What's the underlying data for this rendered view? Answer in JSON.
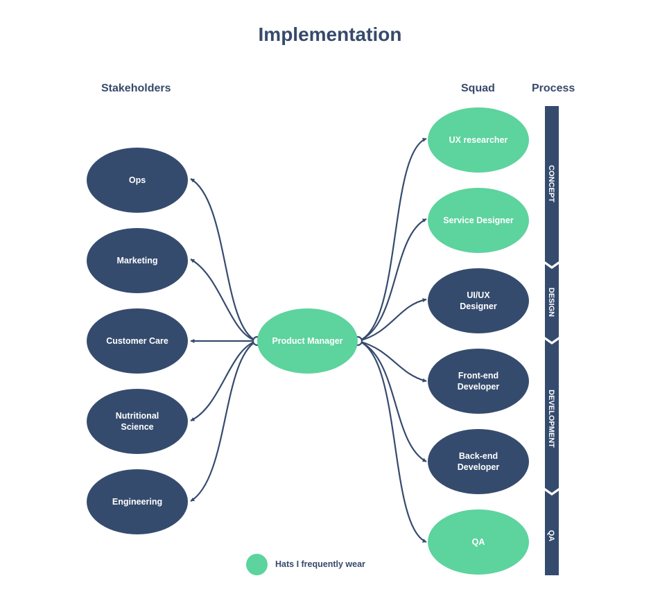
{
  "title": "Implementation",
  "headers": {
    "stakeholders": "Stakeholders",
    "squad": "Squad",
    "process": "Process"
  },
  "center": {
    "label": "Product Manager",
    "color": "#5dd39e"
  },
  "stakeholders": [
    {
      "label": "Ops"
    },
    {
      "label": "Marketing"
    },
    {
      "label": "Customer Care"
    },
    {
      "label": "Nutritional\nScience"
    },
    {
      "label": "Engineering"
    }
  ],
  "squad": [
    {
      "label": "UX researcher",
      "hat": true
    },
    {
      "label": "Service Designer",
      "hat": true
    },
    {
      "label": "UI/UX\nDesigner",
      "hat": false
    },
    {
      "label": "Front-end\nDeveloper",
      "hat": false
    },
    {
      "label": "Back-end\nDeveloper",
      "hat": false
    },
    {
      "label": "QA",
      "hat": true
    }
  ],
  "process": [
    {
      "label": "CONCEPT"
    },
    {
      "label": "DESIGN"
    },
    {
      "label": "DEVELOPMENT"
    },
    {
      "label": "QA"
    }
  ],
  "legend": {
    "label": "Hats I frequently wear",
    "color": "#5dd39e"
  },
  "colors": {
    "navy": "#354b6e",
    "green": "#5dd39e",
    "text": "#364a6b"
  }
}
